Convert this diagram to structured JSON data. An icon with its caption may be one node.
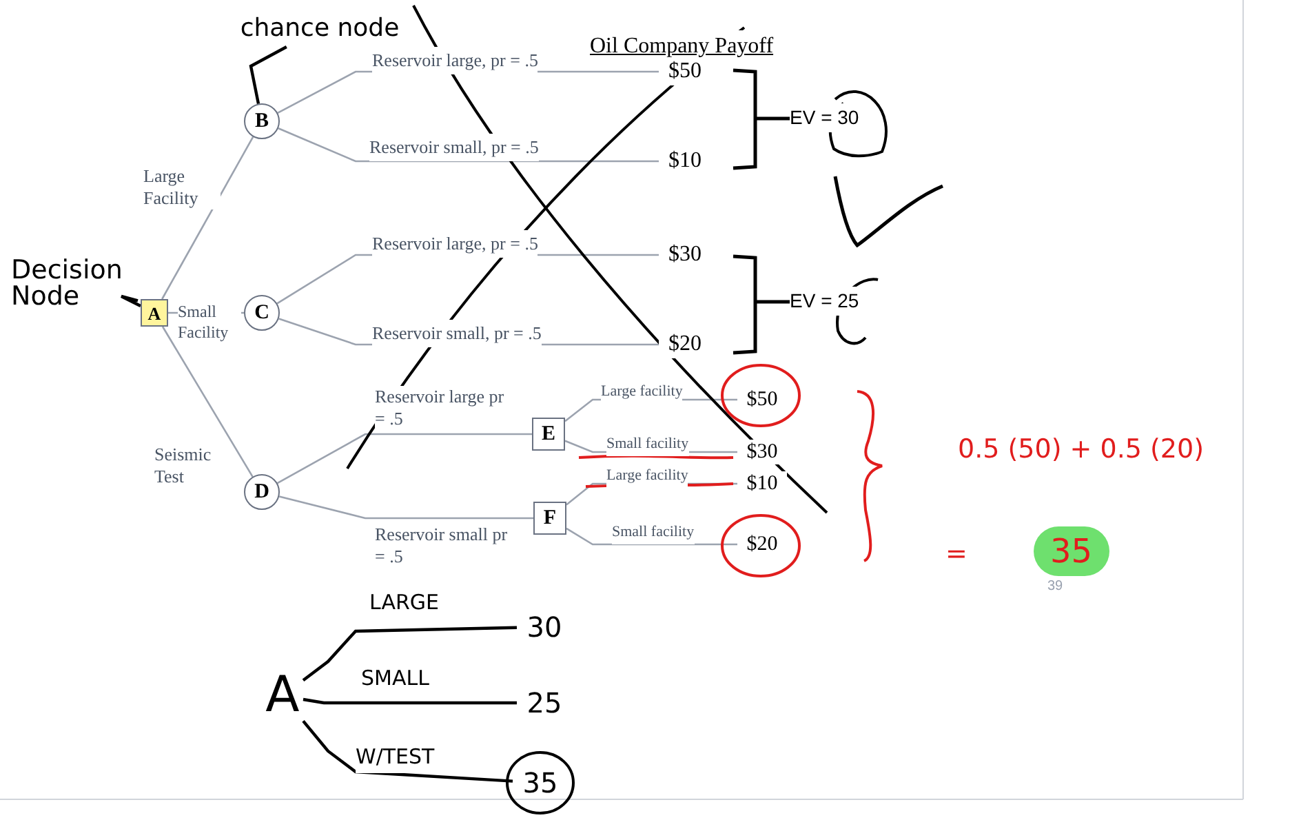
{
  "diagram": {
    "title": "Oil Company Payoff",
    "nodes": [
      {
        "text": [
          "chance node"
        ]
      },
      {
        "text": [
          "Decision Node"
        ]
      },
      {
        "text": [
          "A"
        ]
      },
      {
        "text": [
          "B"
        ]
      },
      {
        "text": [
          "C"
        ]
      },
      {
        "text": [
          "D"
        ]
      },
      {
        "text": [
          "E"
        ]
      },
      {
        "text": [
          "F"
        ]
      },
      {
        "text": [
          "$50"
        ]
      },
      {
        "text": [
          "$10"
        ]
      },
      {
        "text": [
          "$30"
        ]
      },
      {
        "text": [
          "$20"
        ]
      },
      {
        "text": [
          "$50"
        ]
      },
      {
        "text": [
          "$30"
        ]
      },
      {
        "text": [
          "$10"
        ]
      },
      {
        "text": [
          "$20"
        ]
      },
      {
        "text": [
          "A"
        ]
      },
      {
        "text": [
          "30"
        ]
      },
      {
        "text": [
          "25"
        ]
      },
      {
        "text": [
          "35"
        ]
      }
    ],
    "edges": [
      {
        "from": 0,
        "to": 3,
        "arrow": "none",
        "color": "#000000"
      },
      {
        "from": 1,
        "to": 2,
        "arrow": "none",
        "color": "#000000"
      },
      {
        "from": 2,
        "to": 3,
        "arrow": "none",
        "label": "Large Facility"
      },
      {
        "from": 2,
        "to": 4,
        "arrow": "none",
        "label": "Small Facility"
      },
      {
        "from": 2,
        "to": 5,
        "arrow": "none",
        "label": "Seismic Test"
      },
      {
        "from": 3,
        "to": 8,
        "arrow": "none",
        "label": "Reservoir large, pr = .5"
      },
      {
        "from": 3,
        "to": 9,
        "arrow": "none",
        "label": "Reservoir small, pr = .5"
      },
      {
        "from": 4,
        "to": 10,
        "arrow": "none",
        "label": "Reservoir large, pr = .5"
      },
      {
        "from": 4,
        "to": 11,
        "arrow": "none",
        "label": "Reservoir small, pr = .5"
      },
      {
        "from": 5,
        "to": 6,
        "arrow": "none",
        "label": "Reservoir large pr = .5"
      },
      {
        "from": 5,
        "to": 7,
        "arrow": "none",
        "label": "Reservoir small pr = .5"
      },
      {
        "from": 6,
        "to": 12,
        "arrow": "none",
        "label": "Large facility"
      },
      {
        "from": 6,
        "to": 13,
        "arrow": "none",
        "label": "Small facility"
      },
      {
        "from": 7,
        "to": 14,
        "arrow": "none",
        "label": "Large facility"
      },
      {
        "from": 7,
        "to": 15,
        "arrow": "none",
        "label": "Small facility"
      },
      {
        "from": 16,
        "to": 17,
        "arrow": "none",
        "label": "LARGE",
        "color": "#000000"
      },
      {
        "from": 16,
        "to": 18,
        "arrow": "none",
        "label": "SMALL",
        "color": "#000000"
      },
      {
        "from": 16,
        "to": 19,
        "arrow": "none",
        "label": "W/TEST",
        "color": "#000000"
      }
    ],
    "labels": [
      "EV = 30",
      "EV = 25",
      "0.5 (50) + 0.5 (20)",
      "=",
      "35",
      "39"
    ]
  }
}
